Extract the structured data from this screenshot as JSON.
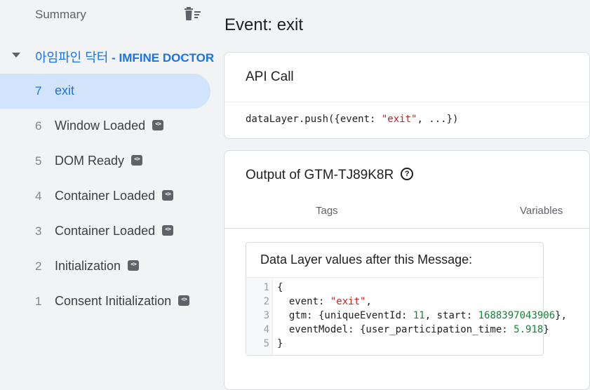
{
  "sidebar": {
    "summary_label": "Summary",
    "container": {
      "name": "아임파인 닥터",
      "suffix": " - IMFINE DOCTOR"
    },
    "events": [
      {
        "num": "7",
        "label": "exit",
        "active": true,
        "badge": false
      },
      {
        "num": "6",
        "label": "Window Loaded",
        "badge": true
      },
      {
        "num": "5",
        "label": "DOM Ready",
        "badge": true
      },
      {
        "num": "4",
        "label": "Container Loaded",
        "badge": true
      },
      {
        "num": "3",
        "label": "Container Loaded",
        "badge": true
      },
      {
        "num": "2",
        "label": "Initialization",
        "badge": true
      },
      {
        "num": "1",
        "label": "Consent Initialization",
        "badge": true
      }
    ]
  },
  "main": {
    "title": "Event: exit",
    "api_call": {
      "header": "API Call",
      "code_prefix": "dataLayer.push({event: ",
      "code_event": "\"exit\"",
      "code_suffix": ", ...})"
    },
    "output": {
      "header": "Output of GTM-TJ89K8R",
      "tabs": [
        "Tags",
        "Variables"
      ],
      "data_layer": {
        "title": "Data Layer values after this Message:",
        "line_numbers": [
          "1",
          "2",
          "3",
          "4",
          "5"
        ],
        "l1": "{",
        "l2_key": "  event: ",
        "l2_val": "\"exit\"",
        "l2_end": ",",
        "l3_key": "  gtm: {uniqueEventId: ",
        "l3_id": "11",
        "l3_mid": ", start: ",
        "l3_start": "1688397043906",
        "l3_end": "},",
        "l4_key": "  eventModel: {user_participation_time: ",
        "l4_val": "5.918",
        "l4_end": "}",
        "l5": "}"
      }
    }
  },
  "colors": {
    "accent": "#1a73e8",
    "active_bg": "#d2e3fc",
    "string": "#c5221f",
    "number": "#188038"
  }
}
